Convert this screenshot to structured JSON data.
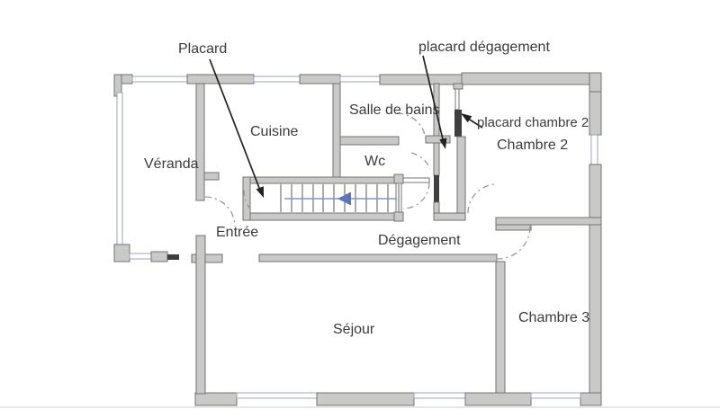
{
  "rooms": {
    "veranda": "Véranda",
    "cuisine": "Cuisine",
    "salle_de_bains": "Salle de bains",
    "wc": "Wc",
    "entree": "Entrée",
    "degagement": "Dégagement",
    "sejour": "Séjour",
    "chambre2": "Chambre 2",
    "chambre3": "Chambre 3"
  },
  "annotations": {
    "placard": "Placard",
    "placard_degagement": "placard dégagement",
    "placard_chambre2": "placard chambre 2"
  },
  "colors": {
    "wall_fill": "#c9c9c7",
    "wall_stroke": "#737371",
    "window_stroke": "#9aa0c2",
    "door_leaf": "#3f3f3f",
    "stair_line": "#8794c6",
    "stair_arrow": "#5c74b8",
    "arc_gray": "#979797",
    "annotation": "#222222",
    "label_color": "#3b3b3b",
    "background": "#ffffff",
    "faint_line": "#e8e8e8"
  }
}
